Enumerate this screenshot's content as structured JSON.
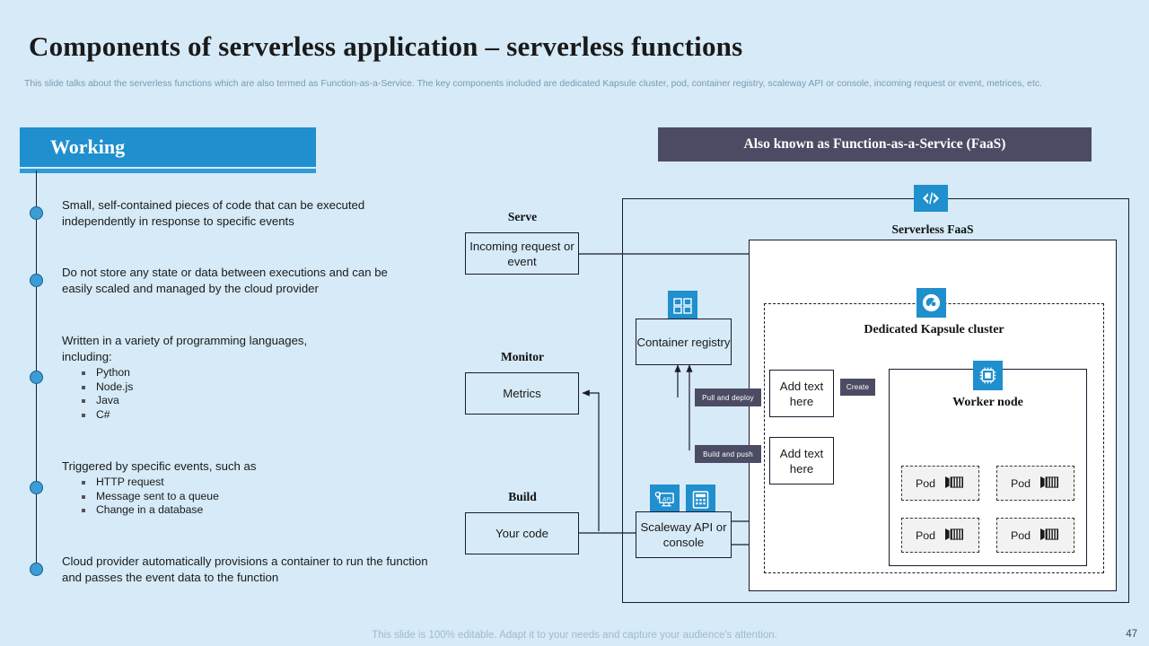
{
  "header": {
    "title": "Components of serverless application – serverless functions",
    "subtitle": "This slide talks about the serverless functions which are also termed as Function-as-a-Service. The key components included are dedicated Kapsule cluster, pod, container registry, scaleway API or console, incoming request or event, metrices, etc."
  },
  "working": {
    "banner_label": "Working",
    "items": [
      {
        "text": "Small, self-contained pieces of code that can be executed independently  in response to specific events",
        "sub": []
      },
      {
        "text": "Do not store any state or data between executions and can be easily scaled and managed by the cloud provider",
        "sub": []
      },
      {
        "text": "Written in a variety of programming languages, including:",
        "sub": [
          "Python",
          "Node.js",
          "Java",
          "C#"
        ]
      },
      {
        "text": "Triggered by specific events, such as",
        "sub": [
          "HTTP request",
          "Message sent to a queue",
          "Change in a database"
        ]
      },
      {
        "text": "Cloud provider automatically provisions a container to run the function and passes the event data to the function",
        "sub": []
      }
    ]
  },
  "diagram": {
    "banner_label": "Also known as Function-as-a-Service (FaaS)",
    "faas_title": "Serverless FaaS",
    "kapsule_title": "Dedicated Kapsule cluster",
    "worker_title": "Worker node",
    "captions": {
      "serve": "Serve",
      "monitor": "Monitor",
      "build": "Build"
    },
    "boxes": {
      "incoming": "Incoming request or event",
      "metrics": "Metrics",
      "your_code": "Your code",
      "container_registry": "Container registry",
      "scaleway": "Scaleway API or console",
      "add_text_1": "Add text here",
      "add_text_2": "Add text here"
    },
    "arrow_labels": {
      "pull_deploy": "Pull and deploy",
      "build_push": "Build and push",
      "create": "Create"
    },
    "pods": [
      "Pod",
      "Pod",
      "Pod",
      "Pod"
    ],
    "icons": {
      "code": "code-brackets-icon",
      "registry": "container-registry-icon",
      "kapsule": "kapsule-cluster-icon",
      "cpu": "cpu-chip-icon",
      "api": "api-console-icon",
      "calculator": "calculator-icon",
      "pod": "container-ship-icon"
    }
  },
  "footer": {
    "note": "This slide is 100% editable. Adapt it to your needs and capture your audience's attention.",
    "page_number": "47"
  },
  "colors": {
    "background": "#d6eaf7",
    "accent_blue": "#1f8fce",
    "dark_slate": "#4b4c63",
    "line": "#1a1a2e"
  }
}
